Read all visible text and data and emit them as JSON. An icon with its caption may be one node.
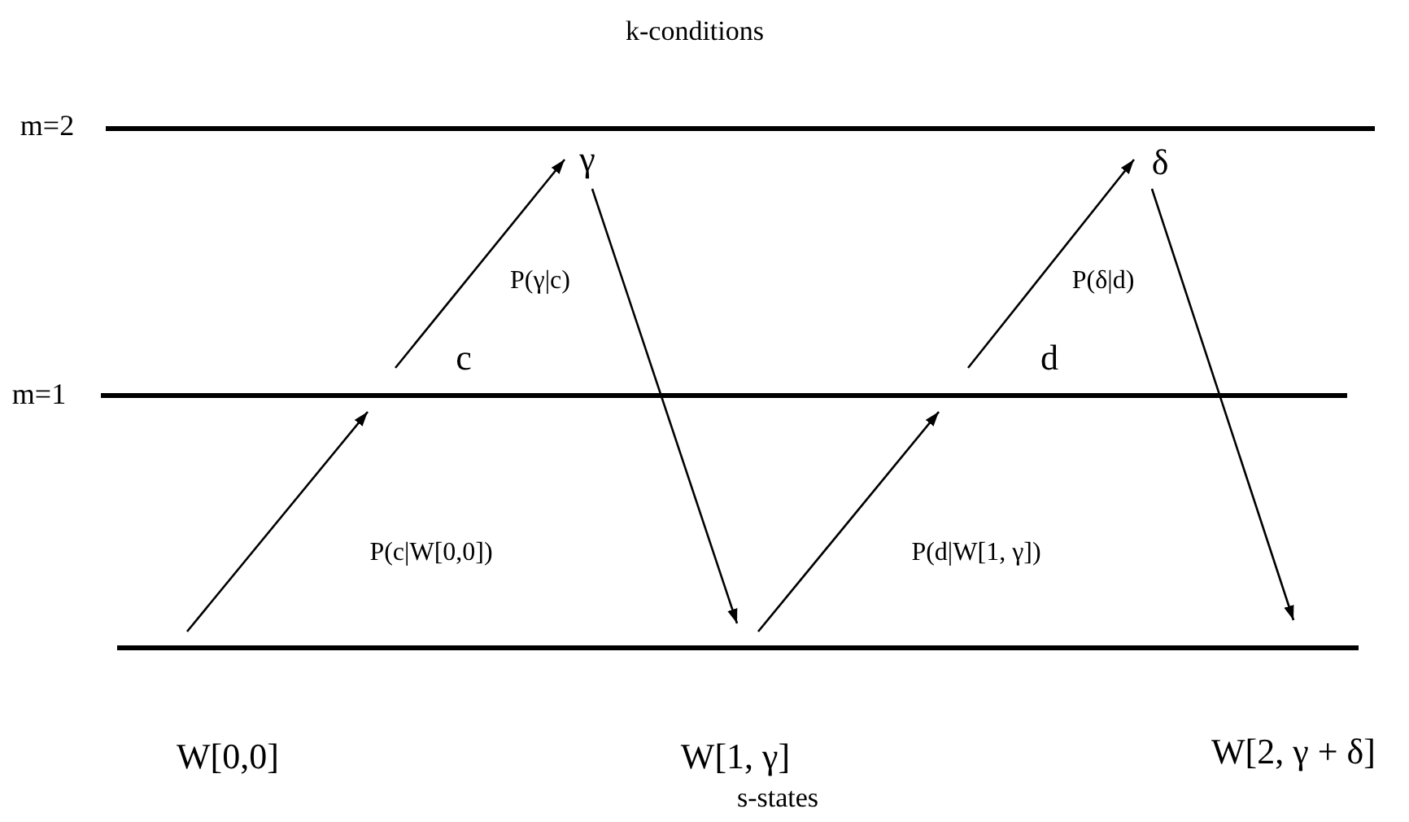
{
  "diagram": {
    "title": "k-conditions",
    "caption": "s-states",
    "nodes": [
      {
        "text": [
          "W[0,0]"
        ]
      },
      {
        "text": [
          "c"
        ]
      },
      {
        "text": [
          "γ"
        ]
      },
      {
        "text": [
          "W[1, γ]"
        ]
      },
      {
        "text": [
          "d"
        ]
      },
      {
        "text": [
          "δ"
        ]
      },
      {
        "text": [
          "W[2, γ + δ]"
        ]
      }
    ],
    "edges": [
      {
        "from": 0,
        "to": 1,
        "arrow": "to",
        "label": "P(c|W[0,0])"
      },
      {
        "from": 1,
        "to": 2,
        "arrow": "to",
        "label": "P(γ|c)"
      },
      {
        "from": 2,
        "to": 3,
        "arrow": "to"
      },
      {
        "from": 3,
        "to": 4,
        "arrow": "to",
        "label": "P(d|W[1, γ])"
      },
      {
        "from": 4,
        "to": 5,
        "arrow": "to",
        "label": "P(δ|d)"
      },
      {
        "from": 5,
        "to": 6,
        "arrow": "to"
      }
    ],
    "labels": [
      "m=2",
      "m=1"
    ]
  }
}
